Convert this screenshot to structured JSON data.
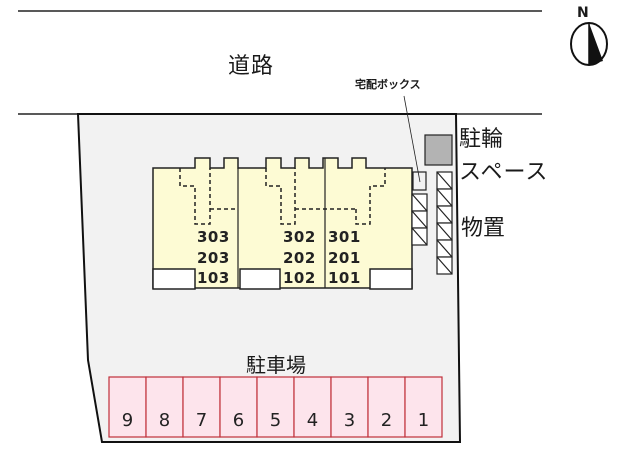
{
  "road": {
    "label": "道路"
  },
  "compass": {
    "label": "N",
    "icon": "north-arrow-icon"
  },
  "delivery_box": {
    "label": "宅配ボックス"
  },
  "bicycle_space": {
    "label_line1": "駐輪",
    "label_line2": "スペース"
  },
  "storage": {
    "label": "物置",
    "unit_count": 9
  },
  "building": {
    "fill_color": "#fdfbd4",
    "columns": [
      {
        "units": [
          "303",
          "203",
          "103"
        ]
      },
      {
        "units": [
          "302",
          "202",
          "102"
        ]
      },
      {
        "units": [
          "301",
          "201",
          "101"
        ]
      }
    ]
  },
  "parking": {
    "label": "駐車場",
    "fill_color": "#fde4ec",
    "border_color": "#c0303a",
    "spaces": [
      "9",
      "8",
      "7",
      "6",
      "5",
      "4",
      "3",
      "2",
      "1"
    ]
  },
  "colors": {
    "lot_fill": "#f2f2f2",
    "bike_space_fill": "#b3b3b3",
    "outline": "#111111"
  }
}
